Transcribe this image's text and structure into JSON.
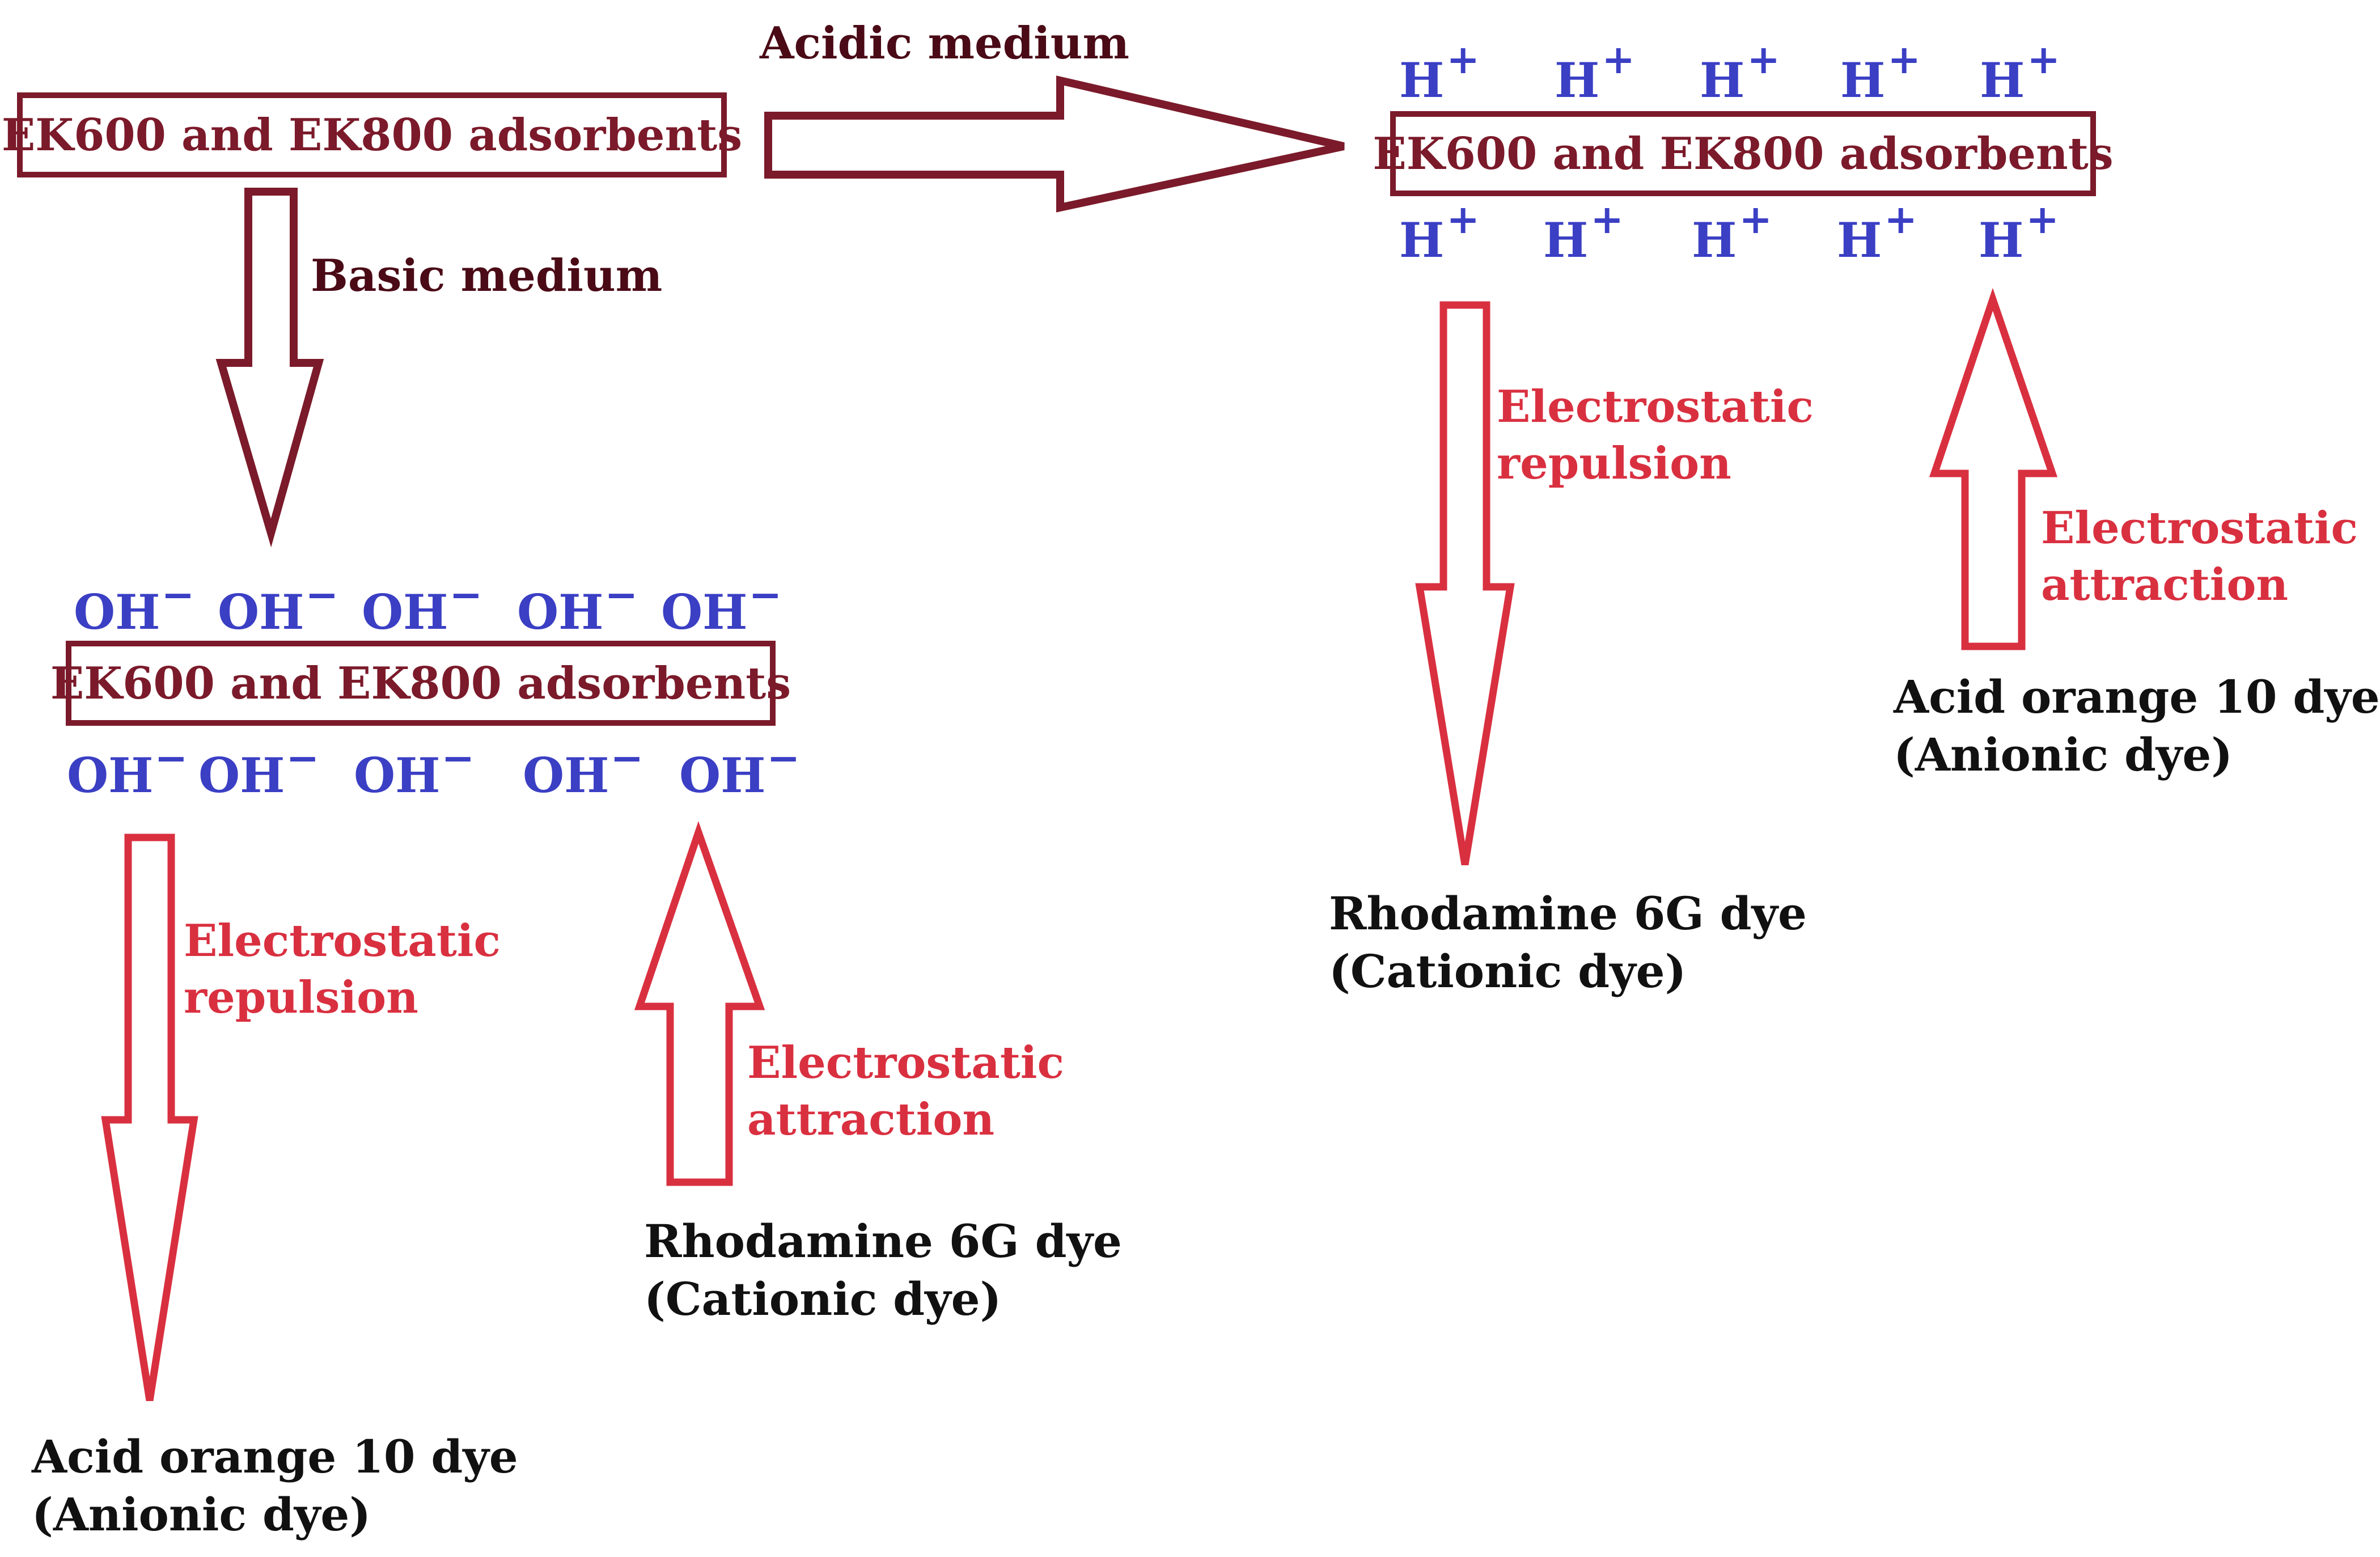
{
  "colors": {
    "adsorbent_border": "#7b1a2a",
    "adsorbent_text": "#7b1a2a",
    "medium_arrow": "#7b1a2a",
    "interaction_arrow": "#d93040",
    "interaction_text": "#d93040",
    "ion_text": "#3b3fc4",
    "dye_text": "#111111"
  },
  "top_left": {
    "adsorbent_label": "EK600 and EK800 adsorbents",
    "acidic_medium_label": "Acidic medium",
    "basic_medium_label": "Basic medium"
  },
  "basic_panel": {
    "adsorbent_label": "EK600 and EK800 adsorbents",
    "ion_base": "OH",
    "ion_charge": "−",
    "ions_top_count": 5,
    "ions_bottom_count": 5,
    "repulsion": {
      "line1": "Electrostatic",
      "line2": "repulsion"
    },
    "attraction": {
      "line1": "Electrostatic",
      "line2": "attraction"
    },
    "repelled_dye": {
      "line1": "Acid orange 10 dye",
      "line2": "(Anionic dye)"
    },
    "attracted_dye": {
      "line1": "Rhodamine 6G dye",
      "line2": "(Cationic dye)"
    }
  },
  "acidic_panel": {
    "adsorbent_label": "EK600 and EK800 adsorbents",
    "ion_base": "H",
    "ion_charge": "+",
    "ions_top_count": 5,
    "ions_bottom_count": 5,
    "repulsion": {
      "line1": "Electrostatic",
      "line2": "repulsion"
    },
    "attraction": {
      "line1": "Electrostatic",
      "line2": "attraction"
    },
    "repelled_dye": {
      "line1": "Rhodamine 6G dye",
      "line2": "(Cationic dye)"
    },
    "attracted_dye": {
      "line1": "Acid orange 10 dye",
      "line2": "(Anionic dye)"
    }
  }
}
